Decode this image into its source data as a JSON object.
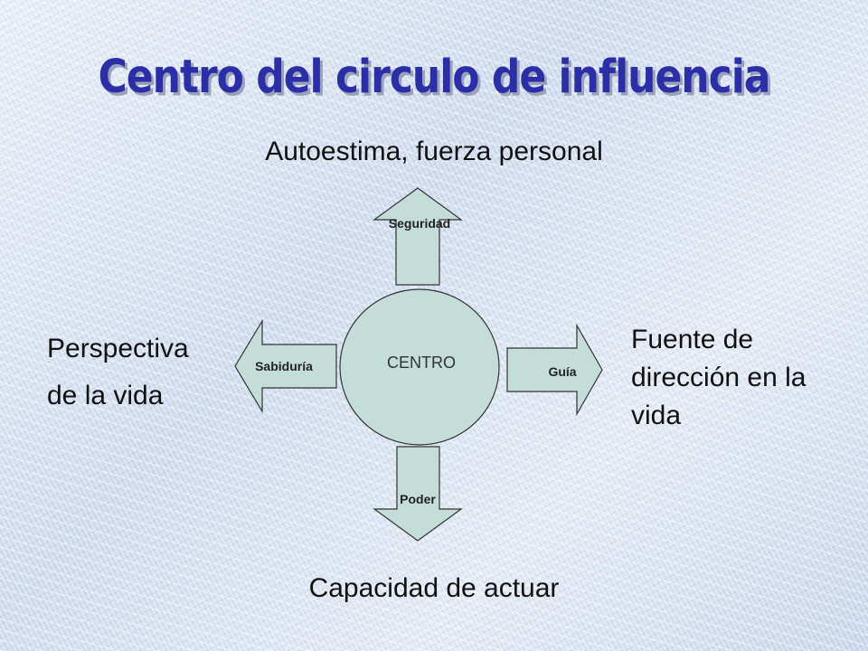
{
  "title": "Centro del circulo de influencia",
  "center_label": "CENTRO",
  "arrows": {
    "up": "Seguridad",
    "left": "Sabiduría",
    "right": "Guía",
    "down": "Poder"
  },
  "outer_labels": {
    "top": "Autoestima, fuerza personal",
    "left_line1": "Perspectiva",
    "left_line2": "de la vida",
    "right_line1": "Fuente de",
    "right_line2": "dirección en la",
    "right_line3": "vida",
    "bottom": "Capacidad de actuar"
  },
  "colors": {
    "title": "#2b2ea8",
    "arrow_fill": "#c4ddd9",
    "circle_fill": "#c4ddd9",
    "outline": "#333333"
  }
}
